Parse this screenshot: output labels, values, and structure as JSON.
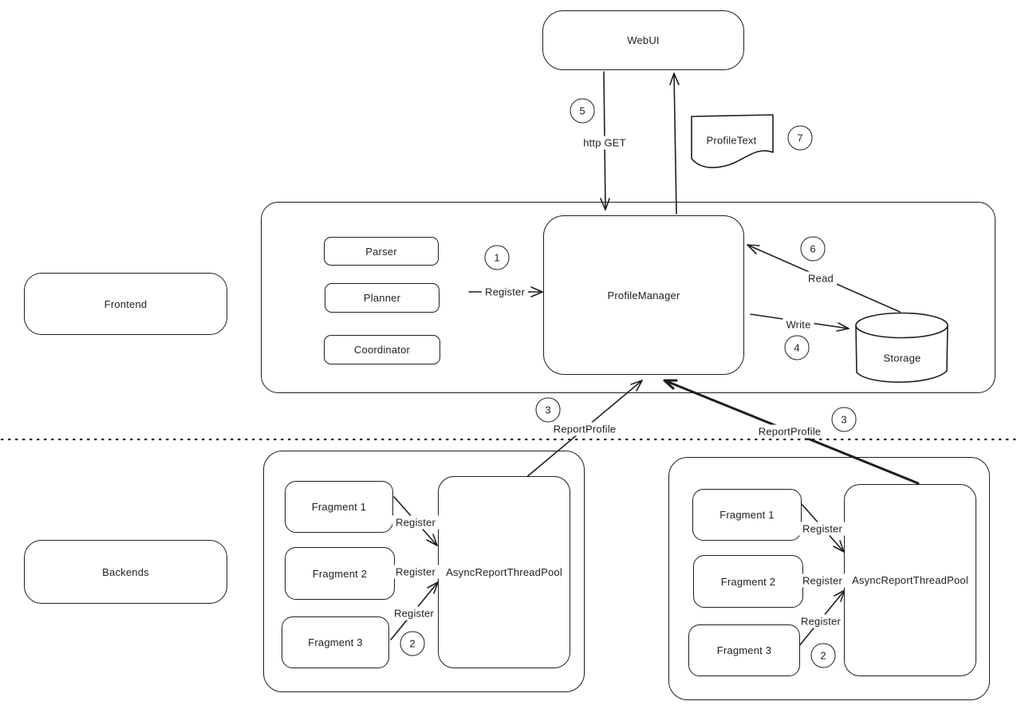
{
  "colors": {
    "stroke": "#1e1e1e",
    "background": "#ffffff"
  },
  "nodes": {
    "webui": "WebUI",
    "profile_text": "ProfileText",
    "frontend": "Frontend",
    "backends": "Backends",
    "parser": "Parser",
    "planner": "Planner",
    "coordinator": "Coordinator",
    "profile_manager": "ProfileManager",
    "storage": "Storage"
  },
  "edge_labels": {
    "http_get": "http GET",
    "register": "Register",
    "read": "Read",
    "write": "Write",
    "report_profile": "ReportProfile"
  },
  "steps": {
    "s1": "1",
    "s2": "2",
    "s3": "3",
    "s4": "4",
    "s5": "5",
    "s6": "6",
    "s7": "7"
  },
  "backend_groups": [
    {
      "fragments": [
        "Fragment 1",
        "Fragment 2",
        "Fragment 3"
      ],
      "pool": "AsyncReportThreadPool",
      "register_labels": [
        "Register",
        "Register",
        "Register"
      ]
    },
    {
      "fragments": [
        "Fragment 1",
        "Fragment 2",
        "Fragment 3"
      ],
      "pool": "AsyncReportThreadPool",
      "register_labels": [
        "Register",
        "Register",
        "Register"
      ]
    }
  ]
}
